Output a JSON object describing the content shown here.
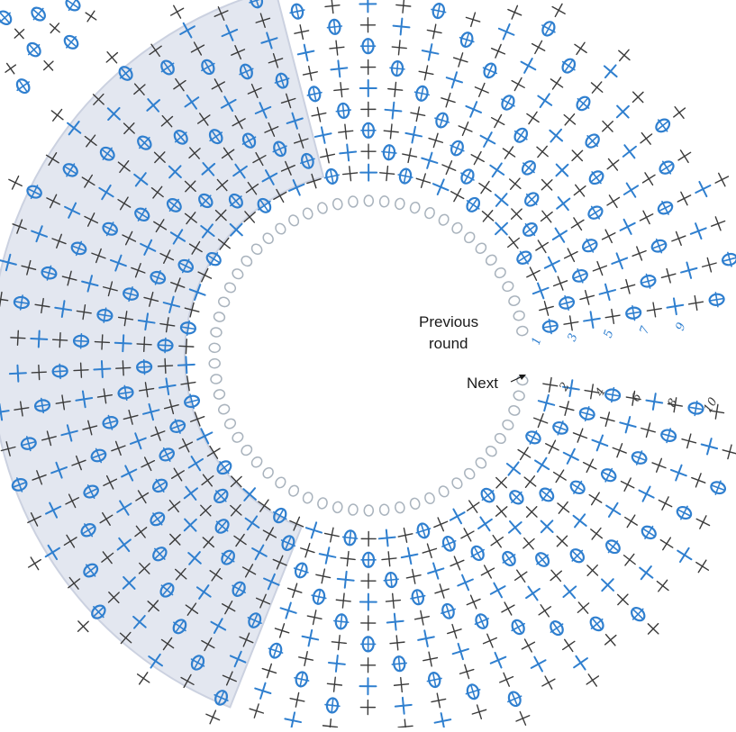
{
  "diagram": {
    "labels": {
      "previous_round_line1": "Previous",
      "previous_round_line2": "round",
      "next": "Next"
    },
    "row_numbers_upper": [
      "1",
      "3",
      "5",
      "7",
      "9"
    ],
    "row_numbers_lower": [
      "2",
      "4",
      "6",
      "8",
      "10"
    ],
    "colors": {
      "blue": "#2f7fcf",
      "dark": "#3a3a3a",
      "light_stitch": "#a9b3bd",
      "shade": "#dfe3ee",
      "shade_edge": "#c3cadb",
      "background": "#ffffff"
    },
    "stitch_symbols": [
      "single-crochet-cross",
      "bobble-oval",
      "chain-oval"
    ]
  }
}
